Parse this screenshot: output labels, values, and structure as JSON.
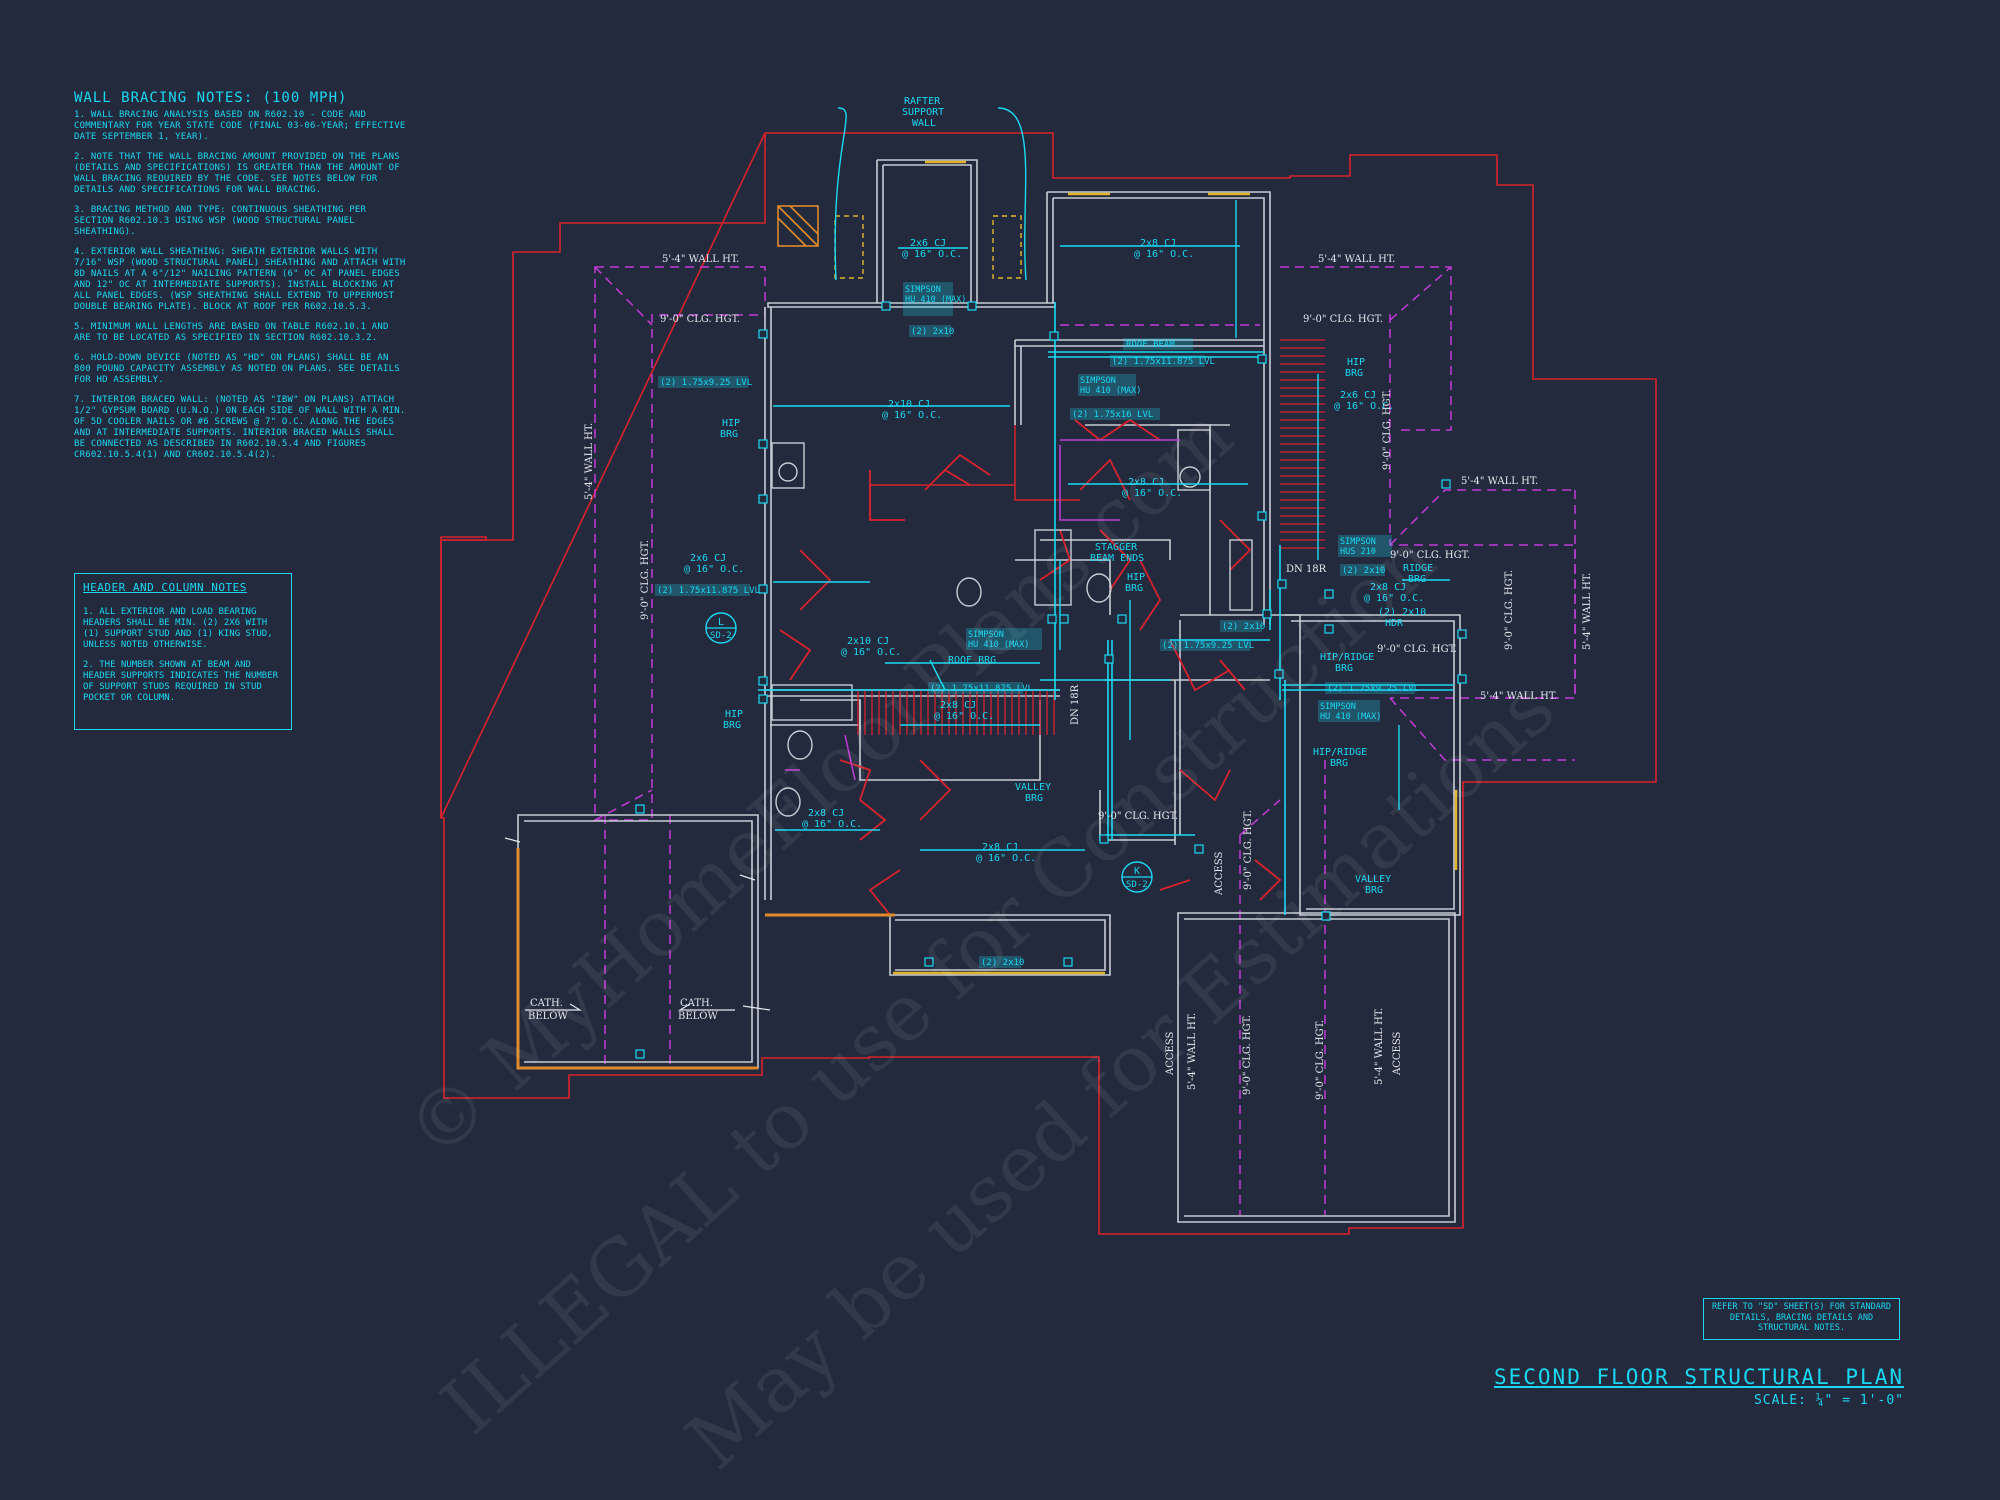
{
  "notes": {
    "title": "WALL BRACING NOTES: (100 MPH)",
    "items": [
      "1. WALL BRACING ANALYSIS BASED ON R602.10 - CODE AND COMMENTARY FOR YEAR STATE CODE (FINAL 03-06-YEAR; EFFECTIVE DATE SEPTEMBER 1, YEAR).",
      "2. NOTE THAT THE WALL BRACING AMOUNT PROVIDED ON THE PLANS (DETAILS AND SPECIFICATIONS) IS GREATER THAN THE AMOUNT OF WALL BRACING REQUIRED BY THE CODE. SEE NOTES BELOW FOR DETAILS AND SPECIFICATIONS FOR WALL BRACING.",
      "3. BRACING METHOD AND TYPE: CONTINUOUS SHEATHING PER SECTION R602.10.3 USING WSP (WOOD STRUCTURAL PANEL SHEATHING).",
      "4. EXTERIOR WALL SHEATHING: SHEATH EXTERIOR WALLS WITH 7/16\" WSP (WOOD STRUCTURAL PANEL) SHEATHING AND ATTACH WITH 8d NAILS AT A 6\"/12\" NAILING PATTERN (6\" OC AT PANEL EDGES AND 12\" OC AT INTERMEDIATE SUPPORTS). INSTALL BLOCKING AT ALL PANEL EDGES. (WSP SHEATHING SHALL EXTEND TO UPPERMOST DOUBLE BEARING PLATE). BLOCK AT ROOF PER R602.10.5.3.",
      "5. MINIMUM WALL LENGTHS ARE BASED ON TABLE R602.10.1 AND ARE TO BE LOCATED AS SPECIFIED IN SECTION R602.10.3.2.",
      "6. HOLD-DOWN DEVICE (NOTED AS \"HD\" ON PLANS) SHALL BE AN 800 POUND CAPACITY ASSEMBLY AS NOTED ON PLANS. SEE DETAILS FOR HD ASSEMBLY.",
      "7. INTERIOR BRACED WALL: (NOTED AS \"IBW\" ON PLANS) ATTACH 1/2\" GYPSUM BOARD (U.N.O.) ON EACH SIDE OF WALL WITH A MIN. OF 5d COOLER NAILS OR #6 SCREWS @ 7\" O.C. ALONG THE EDGES AND AT INTERMEDIATE SUPPORTS. INTERIOR BRACED WALLS SHALL BE CONNECTED AS DESCRIBED IN R602.10.5.4 AND FIGURES CR602.10.5.4(1) AND CR602.10.5.4(2)."
    ]
  },
  "header_notes": {
    "title": "HEADER AND COLUMN NOTES",
    "items": [
      "1. ALL EXTERIOR AND LOAD BEARING HEADERS SHALL BE MIN. (2) 2x6 WITH (1) SUPPORT STUD AND (1) KING STUD, UNLESS NOTED OTHERWISE.",
      "2. THE NUMBER SHOWN AT BEAM AND HEADER SUPPORTS INDICATES THE NUMBER OF SUPPORT STUDS REQUIRED IN STUD POCKET OR COLUMN."
    ]
  },
  "refer": "REFER TO \"SD\" SHEET(S) FOR STANDARD DETAILS, BRACING DETAILS AND STRUCTURAL NOTES.",
  "title": "SECOND FLOOR STRUCTURAL PLAN",
  "scale": "SCALE: ¼\" = 1'-0\"",
  "watermark": {
    "line1": "© MyHomeFloorPlans.com",
    "line2": "ILLEGAL to use for Construction",
    "line3": "May be used for Estimations"
  },
  "labels": {
    "rafter_support_wall": [
      "RAFTER",
      "SUPPORT",
      "WALL"
    ],
    "cj_2x6_top": [
      "2x6 CJ",
      "@ 16\" O.C."
    ],
    "cj_2x8_top": [
      "2x8 CJ",
      "@ 16\" O.C."
    ],
    "cj_2x10_mid": [
      "2x10 CJ",
      "@ 16\" O.C."
    ],
    "cj_2x8_closet": [
      "2x8 CJ",
      "@ 16\" O.C."
    ],
    "cj_2x6_left": [
      "2x6 CJ",
      "@ 16\" O.C."
    ],
    "cj_2x10_lower": [
      "2x10 CJ",
      "@ 16\" O.C."
    ],
    "cj_2x8_stair": [
      "2x8 CJ",
      "@ 16\" O.C."
    ],
    "cj_2x8_bath": [
      "2x8 CJ",
      "@ 16\" O.C."
    ],
    "cj_2x8_bottom": [
      "2x8 CJ",
      "@ 16\" O.C."
    ],
    "cj_2x6_right": [
      "2x6 CJ",
      "@ 16\" O.C."
    ],
    "cj_2x8_right": [
      "2x8 CJ",
      "@ 16\" O.C."
    ],
    "wall_ht_left": "5'-4\" WALL HT.",
    "wall_ht_right_top": "5'-4\" WALL HT.",
    "wall_ht_right": "5'-4\" WALL HT.",
    "wall_ht_right2": "5'-4\" WALL HT.",
    "clg_hgt_left": "9'-0\" CLG. HGT.",
    "clg_hgt_right_top": "9'-0\" CLG. HGT.",
    "clg_hgt_mid": "9'-0\" CLG. HGT.",
    "clg_hgt_right": "9'-0\" CLG. HGT.",
    "clg_hgt_right2": "9'-0\" CLG. HGT.",
    "hip_brg_a": [
      "HIP",
      "BRG"
    ],
    "hip_brg_b": [
      "HIP",
      "BRG"
    ],
    "hip_brg_c": [
      "HIP",
      "BRG"
    ],
    "hip_brg_d": [
      "HIP",
      "BRG"
    ],
    "ridge_brg": [
      "RIDGE",
      "BRG"
    ],
    "hip_ridge_brg_a": [
      "HIP/RIDGE",
      "BRG"
    ],
    "hip_ridge_brg_b": [
      "HIP/RIDGE",
      "BRG"
    ],
    "valley_brg_a": [
      "VALLEY",
      "BRG"
    ],
    "valley_brg_b": [
      "VALLEY",
      "BRG"
    ],
    "roof_brg": "ROOF BRG",
    "roof_beam": "ROOF BEAM",
    "stagger": [
      "STAGGER",
      "BEAM ENDS"
    ],
    "hdr_2x10": [
      "(2) 2x10",
      "HDR"
    ],
    "dn_18r_a": "DN 18R",
    "dn_18r_b": "DN 18R",
    "access_a": "ACCESS",
    "access_b": "ACCESS",
    "access_c": "ACCESS",
    "cath_below_a": [
      "CATH.",
      "BELOW"
    ],
    "cath_below_b": [
      "CATH.",
      "BELOW"
    ],
    "section_l": [
      "L",
      "SD-2"
    ],
    "section_k": [
      "K",
      "SD-2"
    ],
    "lvl_a": "(2) 1.75x9.25 LVL",
    "lvl_b": "(2) 1.75x11.875 LVL",
    "lvl_c": "(2) 1.75x11.875 LVL",
    "lvl_d": "(2) 1.75x16 LVL",
    "lvl_e": "(2) 1.75x11.875 LVL",
    "lvl_f": "(2) 1.75x9.25 LVL",
    "lvl_g": "(2) 1.75x9.25 LVL",
    "lvl_h": "(2) 2x10",
    "lvl_i": "(2) 2x10",
    "lvl_j": "(2) 2x10",
    "lvl_k": "(2) 2x10",
    "simpson_a": [
      "SIMPSON",
      "HU 410 (MAX)"
    ],
    "simpson_b": [
      "SIMPSON",
      "HU 410 (MAX)"
    ],
    "simpson_c": [
      "SIMPSON",
      "HU 410 (MAX)"
    ],
    "simpson_d": [
      "SIMPSON",
      "HU 410 (MAX)"
    ],
    "simpson_e": [
      "SIMPSON",
      "HUS 210"
    ]
  }
}
